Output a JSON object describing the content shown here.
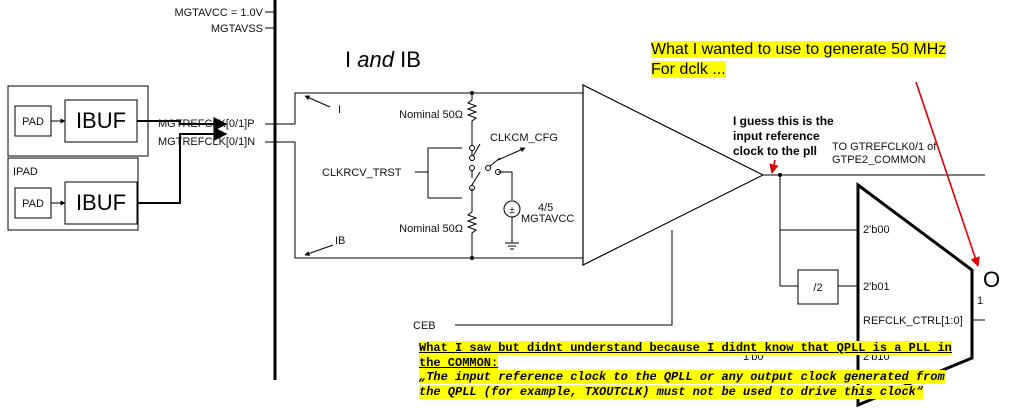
{
  "power": {
    "avcc": "MGTAVCC = 1.0V",
    "avss": "MGTAVSS"
  },
  "heading": {
    "i": "I",
    "and": "and",
    "ib": "IB"
  },
  "pads": {
    "pad1": "PAD",
    "ibuf1": "IBUF",
    "ipad_label": "IPAD",
    "pad2": "PAD",
    "ibuf2": "IBUF"
  },
  "pins": {
    "p": "MGTREFCLK[0/1]P",
    "n": "MGTREFCLK[0/1]N"
  },
  "wires": {
    "i": "I",
    "ib": "IB",
    "ceb": "CEB"
  },
  "resistors": {
    "top": "Nominal 50Ω",
    "bottom": "Nominal 50Ω"
  },
  "controls": {
    "clkcm": "CLKCM_CFG",
    "clkrcv": "CLKRCV_TRST"
  },
  "source": {
    "ratio": "4/5",
    "supply": "MGTAVCC"
  },
  "outputs": {
    "to_line1": "TO GTREFCLK0/1 of",
    "to_line2": "GTPE2_COMMON"
  },
  "mux": {
    "in0": "2'b00",
    "div": "/2",
    "in1": "2'b01",
    "ctrl": "REFCLK_CTRL[1:0]",
    "in2": "1'b0",
    "in3": "2'b10",
    "out_o": "O",
    "out_1": "1"
  },
  "annotations": {
    "top_line1": "What  I wanted to use to generate 50 MHz",
    "top_line2": "For dclk ...",
    "mid": "I guess this is the input reference clock to the pll",
    "bottom_title": "What I saw but didnt understand because I didnt know that QPLL is a PLL in the COMMON:",
    "bottom_quote": "„The input reference clock to the QPLL or any output clock generated from the QPLL (for example, TXOUTCLK) must not be used to drive this clock“"
  },
  "colors": {
    "highlight": "#ffff00",
    "arrow": "#e00000",
    "line": "#222222"
  }
}
